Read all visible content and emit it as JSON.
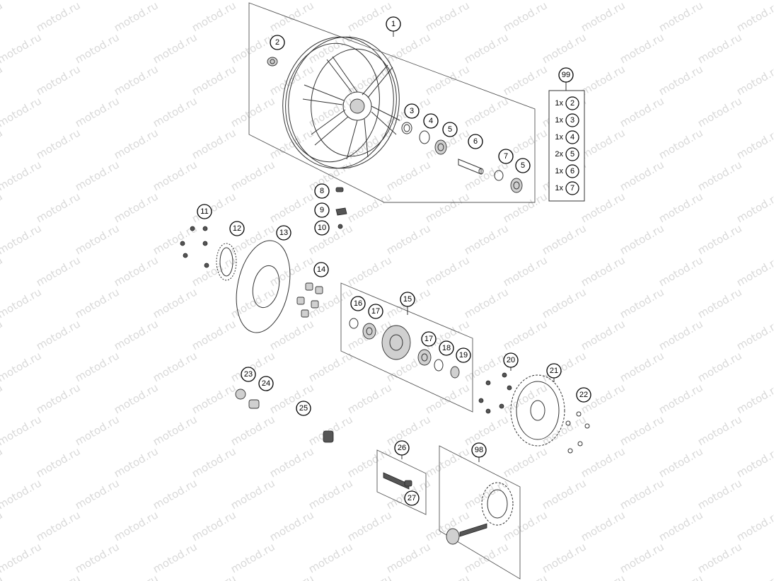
{
  "watermark": "motod.ru",
  "callouts": [
    "1",
    "2",
    "3",
    "4",
    "5",
    "5",
    "6",
    "7",
    "8",
    "9",
    "10",
    "11",
    "12",
    "13",
    "14",
    "15",
    "16",
    "17",
    "17",
    "18",
    "19",
    "20",
    "21",
    "22",
    "23",
    "24",
    "25",
    "26",
    "27",
    "98",
    "99"
  ],
  "kit_99": {
    "label": "99",
    "rows": [
      {
        "qty": "1x",
        "ref": "2"
      },
      {
        "qty": "1x",
        "ref": "3"
      },
      {
        "qty": "1x",
        "ref": "4"
      },
      {
        "qty": "2x",
        "ref": "5"
      },
      {
        "qty": "1x",
        "ref": "6"
      },
      {
        "qty": "1x",
        "ref": "7"
      }
    ]
  }
}
